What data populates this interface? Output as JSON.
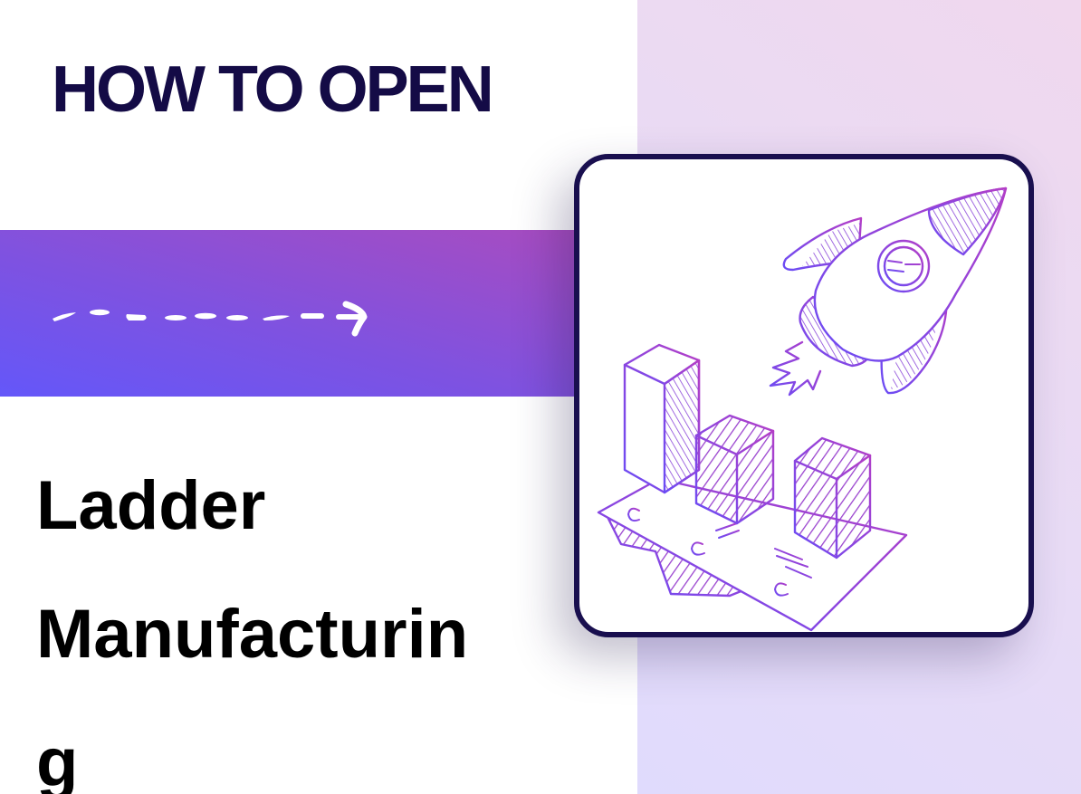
{
  "header": {
    "kicker": "HOW TO OPEN"
  },
  "title": {
    "lines": [
      "Ladder",
      "Manufacturin",
      "g"
    ],
    "full_text": "Ladder Manufacturing"
  },
  "band": {
    "icon": "dashed-arrow-right-icon"
  },
  "illustration": {
    "icon": "rocket-and-bar-chart-illustration",
    "elements": [
      "rocket-icon",
      "porthole-icon",
      "flame-icon",
      "bar-chart-icon",
      "paper-sheet-icon"
    ]
  },
  "colors": {
    "kicker_text": "#140b46",
    "title_text": "#000000",
    "band_start": "#6457f9",
    "band_end": "#a84cc0",
    "card_border": "#190f4f",
    "right_panel_top": "#f0d8ee",
    "right_panel_bottom": "#e0dbfd",
    "sketch_violet": "#7b4cf0",
    "sketch_magenta": "#b03ec8"
  }
}
